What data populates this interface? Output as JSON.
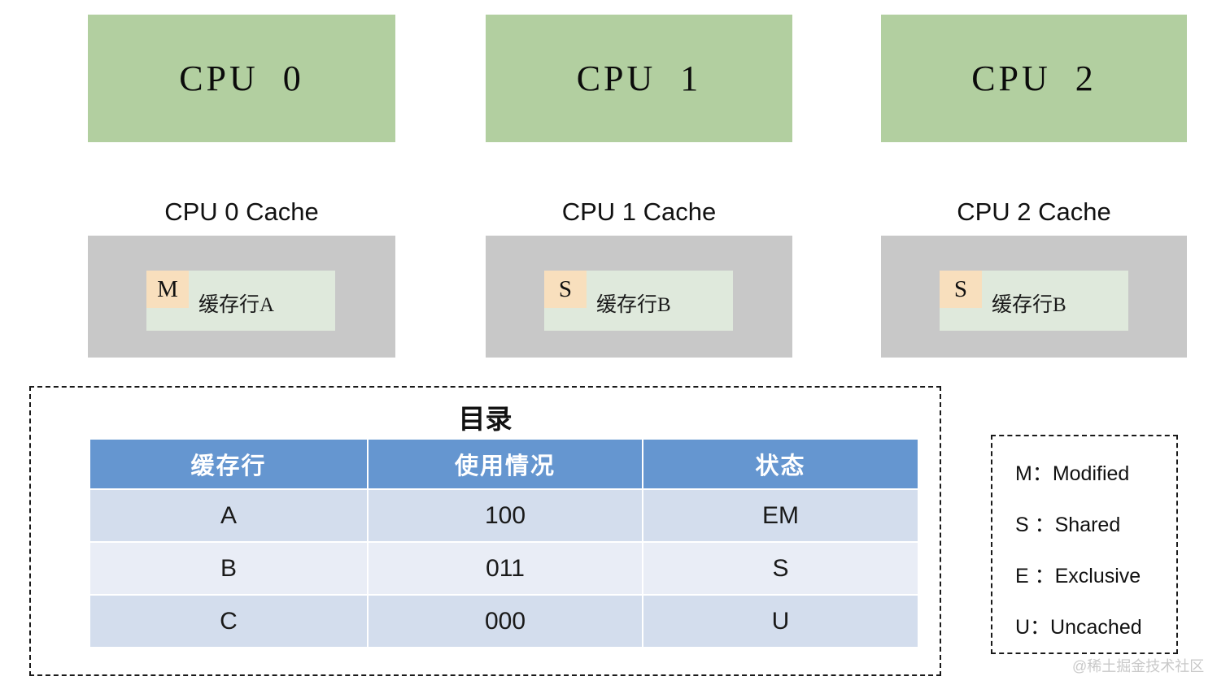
{
  "cpus": [
    {
      "label": "CPU  0",
      "cache_title": "CPU 0 Cache",
      "cache_line": {
        "state": "M",
        "name": "缓存行A"
      }
    },
    {
      "label": "CPU  1",
      "cache_title": "CPU 1 Cache",
      "cache_line": {
        "state": "S",
        "name": "缓存行B"
      }
    },
    {
      "label": "CPU  2",
      "cache_title": "CPU 2 Cache",
      "cache_line": {
        "state": "S",
        "name": "缓存行B"
      }
    }
  ],
  "directory": {
    "title": "目录",
    "columns": [
      "缓存行",
      "使用情况",
      "状态"
    ],
    "rows": [
      {
        "cache_line": "A",
        "usage": "100",
        "state": "EM"
      },
      {
        "cache_line": "B",
        "usage": "011",
        "state": "S"
      },
      {
        "cache_line": "C",
        "usage": "000",
        "state": "U"
      }
    ]
  },
  "legend": {
    "items": [
      "M：Modified",
      "S ：Shared",
      "E ：Exclusive",
      "U：Uncached"
    ]
  },
  "watermark": "@稀土掘金技术社区",
  "colors": {
    "cpu_box": "#b2cfa0",
    "cache_box": "#c8c8c8",
    "cache_line": "#dfe9dc",
    "state_badge": "#f8dfbd",
    "table_header": "#6596d0",
    "table_row_odd": "#d3dded",
    "table_row_even": "#e9edf6",
    "dashed_border": "#1a1a1a"
  }
}
